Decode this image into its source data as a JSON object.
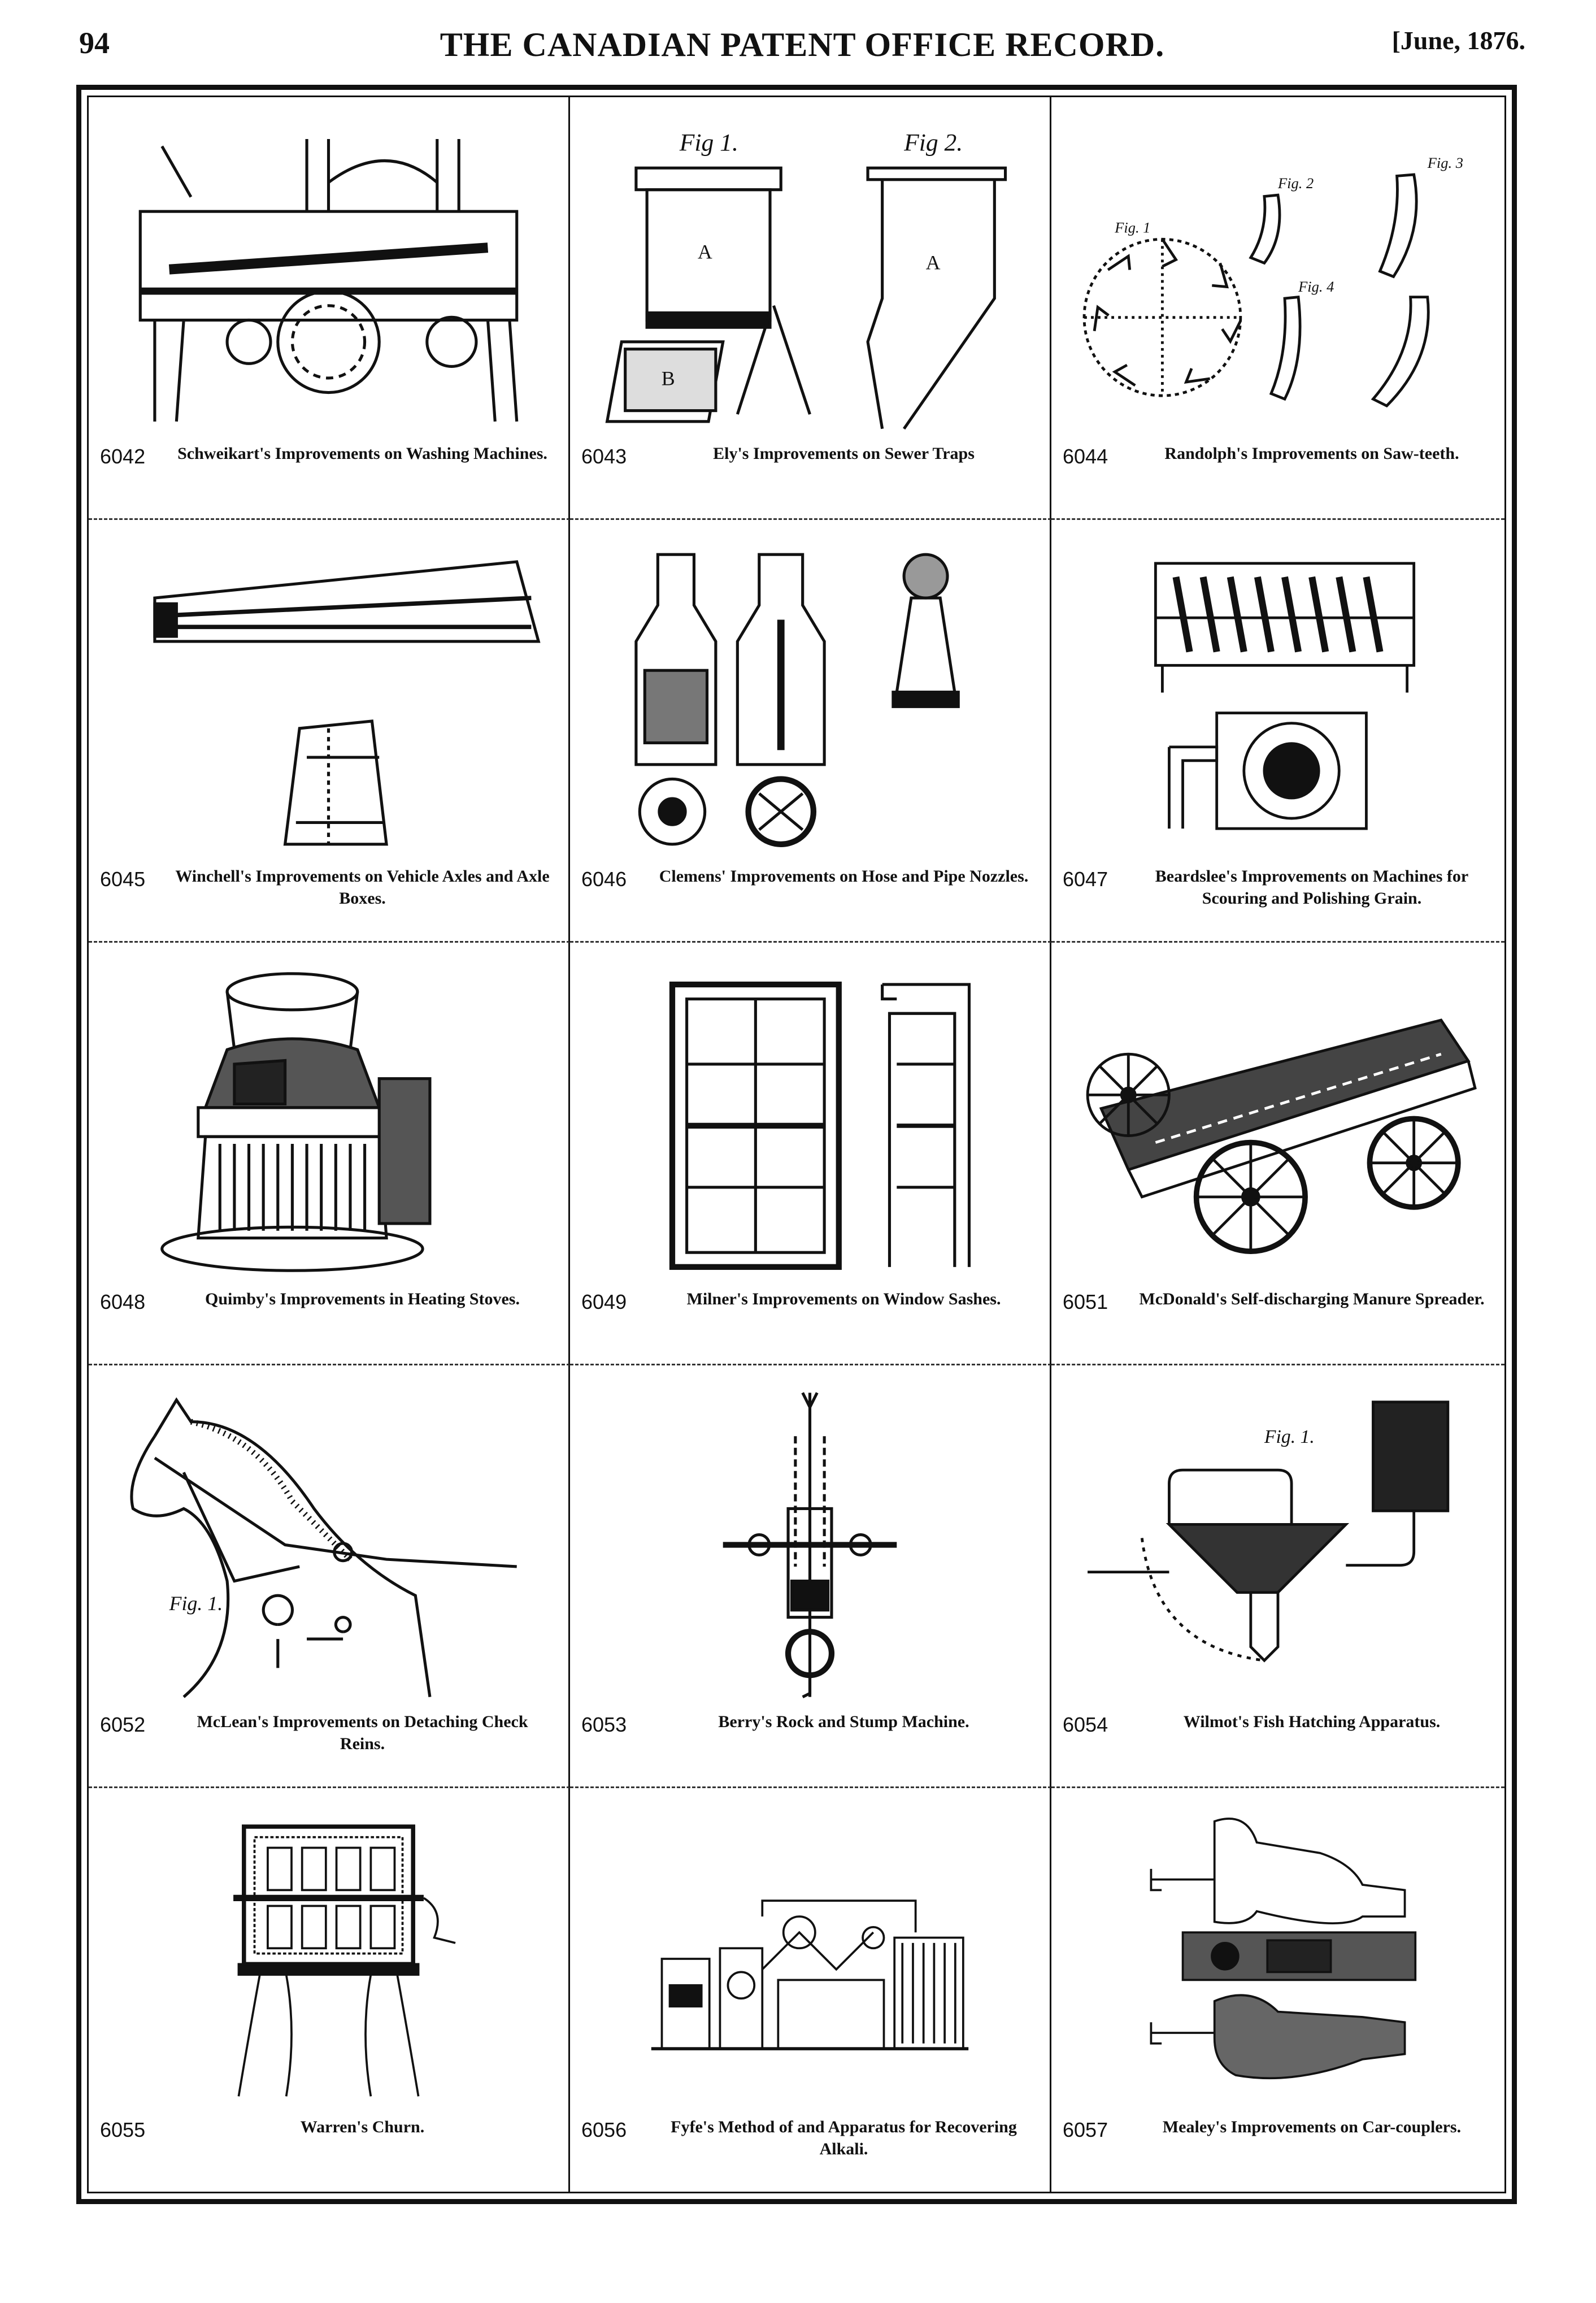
{
  "header": {
    "page_number": "94",
    "journal_title": "THE CANADIAN PATENT OFFICE RECORD.",
    "issue_date": "[June, 1876."
  },
  "figure_labels": {
    "fig1": "Fig 1.",
    "fig2": "Fig 2.",
    "fig3": "Fig. 3",
    "fig4": "Fig. 4"
  },
  "patents": [
    {
      "number": "6042",
      "title": "Schweikart's Improvements on Washing Machines.",
      "icon": "washing-machine-icon"
    },
    {
      "number": "6043",
      "title": "Ely's Improvements on Sewer Traps",
      "icon": "sewer-trap-icon"
    },
    {
      "number": "6044",
      "title": "Randolph's Improvements on Saw-teeth.",
      "icon": "saw-teeth-icon"
    },
    {
      "number": "6045",
      "title": "Winchell's Improvements on Vehicle Axles and Axle Boxes.",
      "icon": "vehicle-axle-icon"
    },
    {
      "number": "6046",
      "title": "Clemens' Improvements on Hose and Pipe Nozzles.",
      "icon": "hose-nozzle-icon"
    },
    {
      "number": "6047",
      "title": "Beardslee's Improvements on Machines for Scouring and Polishing Grain.",
      "icon": "grain-scourer-icon"
    },
    {
      "number": "6048",
      "title": "Quimby's Improvements in Heating Stoves.",
      "icon": "heating-stove-icon"
    },
    {
      "number": "6049",
      "title": "Milner's Improvements on Window Sashes.",
      "icon": "window-sash-icon"
    },
    {
      "number": "6051",
      "title": "McDonald's Self-discharging Manure Spreader.",
      "icon": "manure-spreader-icon"
    },
    {
      "number": "6052",
      "title": "McLean's Improvements on Detaching Check Reins.",
      "icon": "horse-check-rein-icon"
    },
    {
      "number": "6053",
      "title": "Berry's Rock and Stump Machine.",
      "icon": "stump-machine-icon"
    },
    {
      "number": "6054",
      "title": "Wilmot's Fish Hatching Apparatus.",
      "icon": "fish-hatching-icon"
    },
    {
      "number": "6055",
      "title": "Warren's Churn.",
      "icon": "churn-icon"
    },
    {
      "number": "6056",
      "title": "Fyfe's Method of and Apparatus for Recovering Alkali.",
      "icon": "alkali-apparatus-icon"
    },
    {
      "number": "6057",
      "title": "Mealey's Improvements on Car-couplers.",
      "icon": "car-coupler-icon"
    }
  ]
}
